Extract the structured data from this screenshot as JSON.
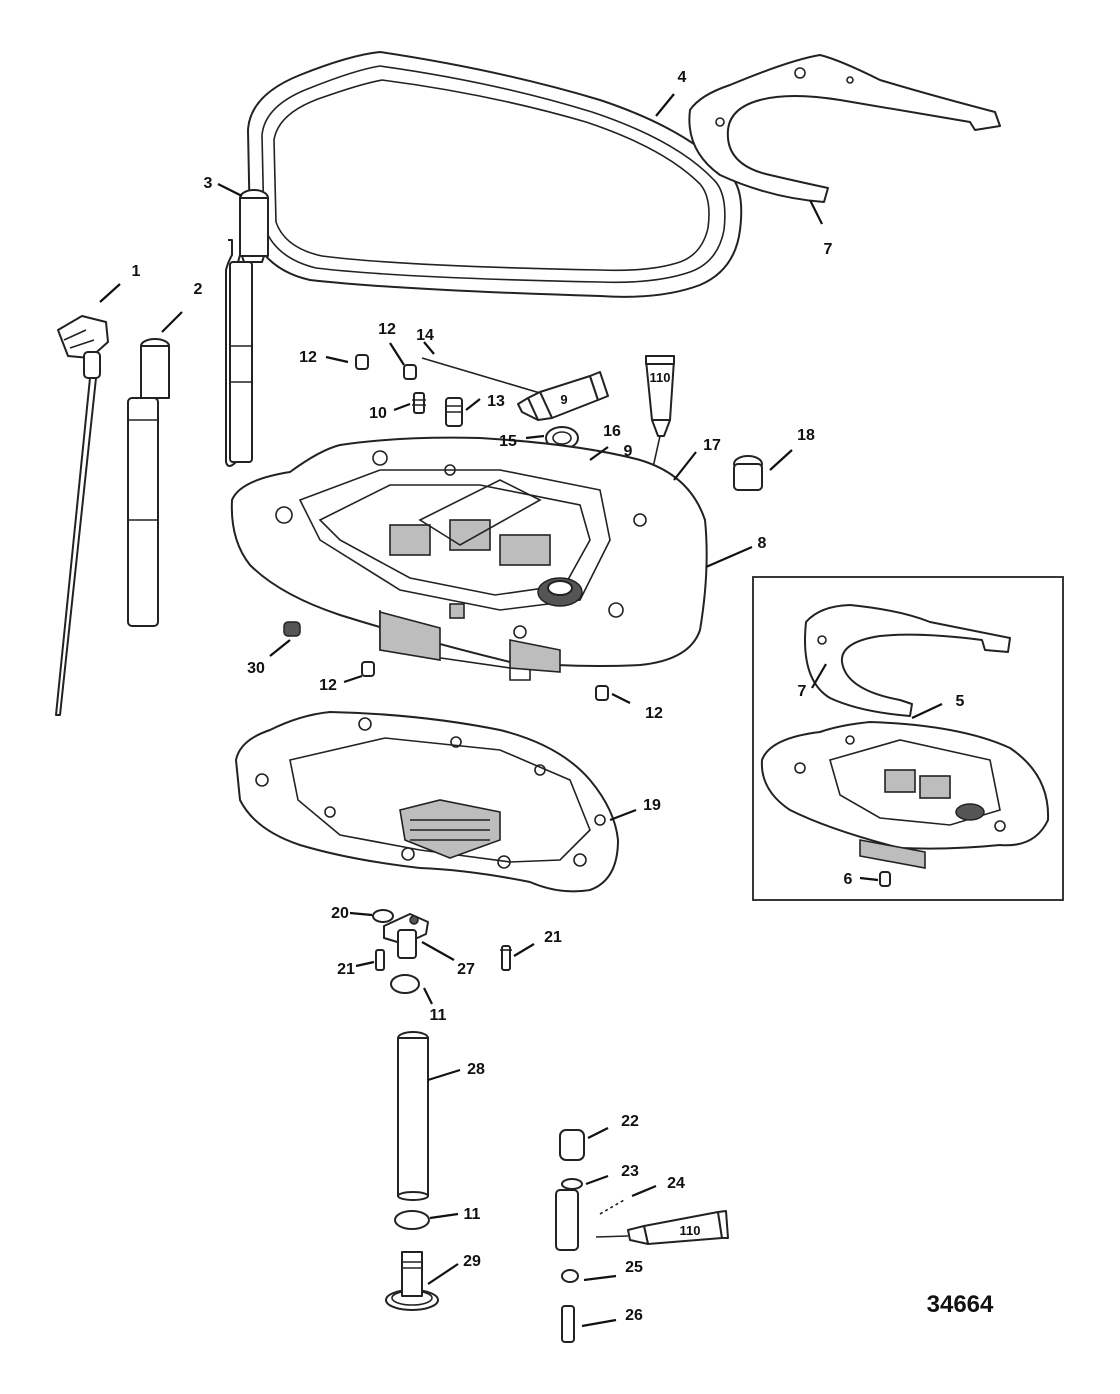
{
  "diagram_id": "34664",
  "callouts": {
    "c1": "1",
    "c2": "2",
    "c3": "3",
    "c4": "4",
    "c5": "5",
    "c6": "6",
    "c7a": "7",
    "c7b": "7",
    "c8": "8",
    "c9a": "9",
    "c9b": "9",
    "c10": "10",
    "c11a": "11",
    "c11b": "11",
    "c12a": "12",
    "c12b": "12",
    "c12c": "12",
    "c12d": "12",
    "c13": "13",
    "c14": "14",
    "c15": "15",
    "c16": "16",
    "c17": "17",
    "c18": "18",
    "c19": "19",
    "c20": "20",
    "c21a": "21",
    "c21b": "21",
    "c22": "22",
    "c23": "23",
    "c24": "24",
    "c25": "25",
    "c26": "26",
    "c27": "27",
    "c28": "28",
    "c29": "29",
    "c30": "30"
  },
  "tube_labels": {
    "t1": "110",
    "t2": "9",
    "t3": "110"
  }
}
